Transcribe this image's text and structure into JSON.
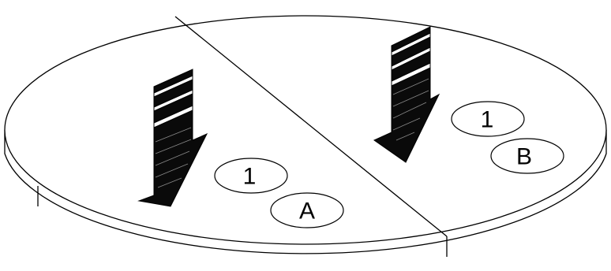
{
  "halves": [
    {
      "id": "left",
      "labels": [
        "1",
        "A"
      ]
    },
    {
      "id": "right",
      "labels": [
        "1",
        "B"
      ]
    }
  ],
  "colors": {
    "stroke": "#000000",
    "arrow_fill": "#0a0a0a",
    "background": "#ffffff"
  },
  "icons": [
    "down-arrow-icon"
  ]
}
